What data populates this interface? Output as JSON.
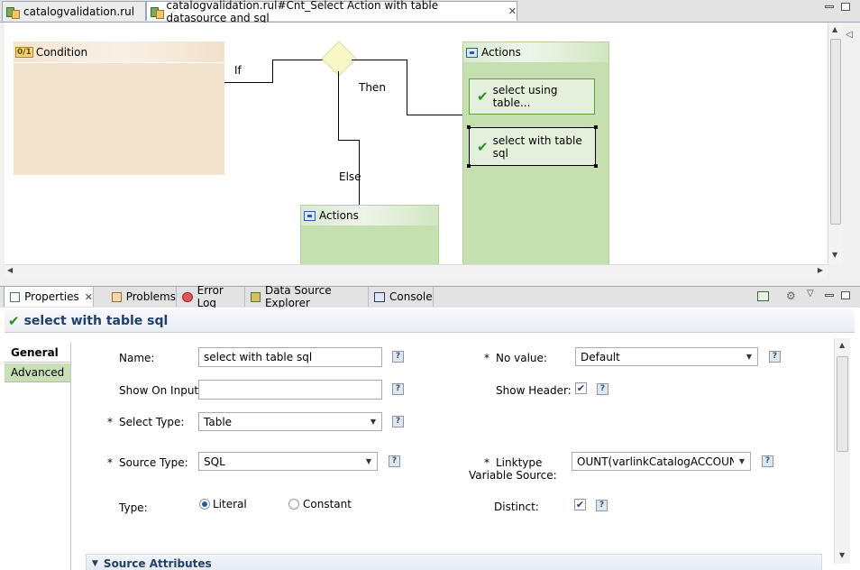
{
  "editor_tabs": [
    {
      "label": "catalogvalidation.rul"
    },
    {
      "label": "catalogvalidation.rul#Cnt_Select Action with table datasource and sql"
    }
  ],
  "diagram": {
    "condition_label": "Condition",
    "if_label": "If",
    "then_label": "Then",
    "else_label": "Else",
    "actions_then_label": "Actions",
    "actions_else_label": "Actions",
    "action_items": [
      "select using table...",
      "select with table sql"
    ]
  },
  "view_tabs": [
    "Properties",
    "Problems",
    "Error Log",
    "Data Source Explorer",
    "Console"
  ],
  "properties": {
    "title": "select with table sql",
    "side_tabs": [
      "General",
      "Advanced"
    ],
    "fields": {
      "name_label": "Name:",
      "name_value": "select with table sql",
      "show_on_input_label": "Show On Input:",
      "show_on_input_value": "",
      "select_type_label": "Select Type:",
      "select_type_value": "Table",
      "source_type_label": "Source Type:",
      "source_type_value": "SQL",
      "type_label": "Type:",
      "literal_label": "Literal",
      "constant_label": "Constant",
      "no_value_label": "No value:",
      "no_value_value": "Default",
      "show_header_label": "Show Header:",
      "linktype_label_1": "Linktype",
      "linktype_label_2": "Variable Source:",
      "linktype_value": "OUNT(varlinkCatalogACCOUNT)",
      "distinct_label": "Distinct:"
    },
    "required_marker": "*",
    "help_glyph": "?",
    "section_label": "Source Attributes",
    "selected_radio": "Literal",
    "show_header_checked": true,
    "distinct_checked": true
  }
}
